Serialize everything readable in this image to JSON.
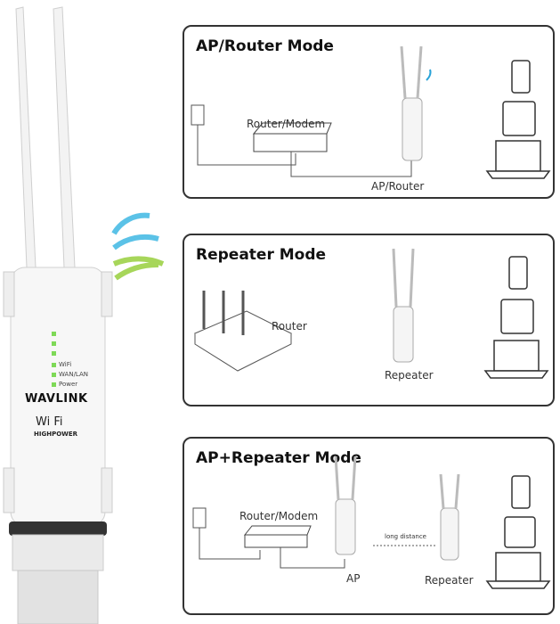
{
  "product": {
    "brand": "WAVLINK",
    "wifi_logo": "Wi Fi",
    "wifi_sub": "HIGHPOWER",
    "leds": [
      "WiFi",
      "WAN/LAN",
      "Power"
    ],
    "led_color": "#7ed957",
    "signal_colors": [
      "#5bc2e7",
      "#a7d65a"
    ]
  },
  "modes": [
    {
      "title": "AP/Router Mode",
      "labels": {
        "router": "Router/Modem",
        "device": "AP/Router"
      }
    },
    {
      "title": "Repeater Mode",
      "labels": {
        "router": "Router",
        "device": "Repeater"
      }
    },
    {
      "title": "AP+Repeater Mode",
      "labels": {
        "router": "Router/Modem",
        "ap": "AP",
        "link": "long distance",
        "repeater": "Repeater"
      }
    }
  ],
  "client_icons": [
    "phone-icon",
    "tablet-icon",
    "laptop-icon"
  ],
  "wifi_wave_color": "#2aa3d8"
}
